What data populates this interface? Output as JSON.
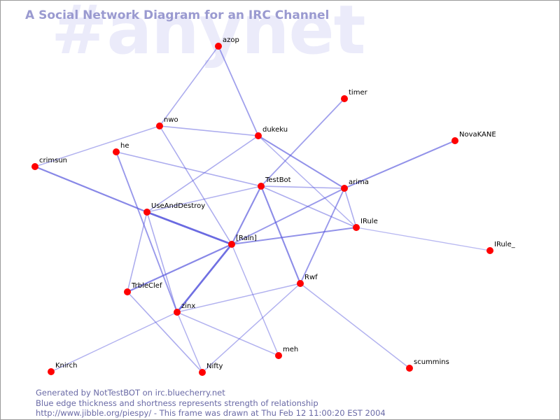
{
  "watermark": "#anynet",
  "title": "A Social Network Diagram for an IRC Channel",
  "footer": {
    "line1": "Generated by NotTestBOT on irc.bluecherry.net",
    "line2": "Blue edge thickness and shortness represents strength of relationship",
    "line3": "http://www.jibble.org/piespy/ - This frame was drawn at Thu Feb 12 11:00:20 EST 2004"
  },
  "colors": {
    "node": "#ff0000",
    "edge": "#5555dd",
    "title": "#9a9ad0",
    "watermark": "#ebebfa",
    "footer": "#6a6aa6"
  },
  "nodes": [
    {
      "id": "azop",
      "label": "azop"
    },
    {
      "id": "timer",
      "label": "timer"
    },
    {
      "id": "nwo",
      "label": "nwo"
    },
    {
      "id": "dukeku",
      "label": "dukeku"
    },
    {
      "id": "NovaKANE",
      "label": "NovaKANE"
    },
    {
      "id": "he",
      "label": "he"
    },
    {
      "id": "crimsun",
      "label": "crimsun"
    },
    {
      "id": "TestBot",
      "label": "TestBot"
    },
    {
      "id": "arima",
      "label": "arima"
    },
    {
      "id": "UseAndDestroy",
      "label": "UseAndDestroy"
    },
    {
      "id": "IRule",
      "label": "IRule"
    },
    {
      "id": "Rain",
      "label": "[Rain]"
    },
    {
      "id": "IRule_",
      "label": "IRule_"
    },
    {
      "id": "Rwf",
      "label": "Rwf"
    },
    {
      "id": "TrbleClef",
      "label": "TrbleClef"
    },
    {
      "id": "zinx",
      "label": "zinx"
    },
    {
      "id": "meh",
      "label": "meh"
    },
    {
      "id": "scummins",
      "label": "scummins"
    },
    {
      "id": "Knirch",
      "label": "Knirch"
    },
    {
      "id": "Nifty",
      "label": "Nifty"
    }
  ],
  "edges": [
    {
      "source": "azop",
      "target": "nwo",
      "strength": 0.35
    },
    {
      "source": "azop",
      "target": "dukeku",
      "strength": 0.45
    },
    {
      "source": "nwo",
      "target": "dukeku",
      "strength": 0.35
    },
    {
      "source": "nwo",
      "target": "crimsun",
      "strength": 0.3
    },
    {
      "source": "nwo",
      "target": "Rain",
      "strength": 0.35
    },
    {
      "source": "dukeku",
      "target": "UseAndDestroy",
      "strength": 0.35
    },
    {
      "source": "dukeku",
      "target": "arima",
      "strength": 0.55
    },
    {
      "source": "dukeku",
      "target": "IRule",
      "strength": 0.3
    },
    {
      "source": "timer",
      "target": "TestBot",
      "strength": 0.45
    },
    {
      "source": "NovaKANE",
      "target": "arima",
      "strength": 0.55
    },
    {
      "source": "he",
      "target": "TestBot",
      "strength": 0.35
    },
    {
      "source": "he",
      "target": "zinx",
      "strength": 0.5
    },
    {
      "source": "crimsun",
      "target": "UseAndDestroy",
      "strength": 0.65
    },
    {
      "source": "TestBot",
      "target": "arima",
      "strength": 0.35
    },
    {
      "source": "TestBot",
      "target": "UseAndDestroy",
      "strength": 0.3
    },
    {
      "source": "TestBot",
      "target": "Rain",
      "strength": 0.6
    },
    {
      "source": "TestBot",
      "target": "IRule",
      "strength": 0.35
    },
    {
      "source": "TestBot",
      "target": "Rwf",
      "strength": 0.6
    },
    {
      "source": "arima",
      "target": "Rain",
      "strength": 0.5
    },
    {
      "source": "arima",
      "target": "Rwf",
      "strength": 0.5
    },
    {
      "source": "arima",
      "target": "IRule",
      "strength": 0.35
    },
    {
      "source": "UseAndDestroy",
      "target": "Rain",
      "strength": 0.9
    },
    {
      "source": "UseAndDestroy",
      "target": "TrbleClef",
      "strength": 0.35
    },
    {
      "source": "UseAndDestroy",
      "target": "zinx",
      "strength": 0.35
    },
    {
      "source": "Rain",
      "target": "IRule",
      "strength": 0.55
    },
    {
      "source": "Rain",
      "target": "TrbleClef",
      "strength": 0.65
    },
    {
      "source": "Rain",
      "target": "zinx",
      "strength": 0.85
    },
    {
      "source": "Rain",
      "target": "meh",
      "strength": 0.3
    },
    {
      "source": "IRule",
      "target": "IRule_",
      "strength": 0.25
    },
    {
      "source": "Rwf",
      "target": "zinx",
      "strength": 0.3
    },
    {
      "source": "Rwf",
      "target": "Nifty",
      "strength": 0.3
    },
    {
      "source": "Rwf",
      "target": "scummins",
      "strength": 0.3
    },
    {
      "source": "TrbleClef",
      "target": "Nifty",
      "strength": 0.35
    },
    {
      "source": "zinx",
      "target": "Knirch",
      "strength": 0.3
    },
    {
      "source": "zinx",
      "target": "meh",
      "strength": 0.3
    },
    {
      "source": "zinx",
      "target": "Nifty",
      "strength": 0.3
    }
  ]
}
